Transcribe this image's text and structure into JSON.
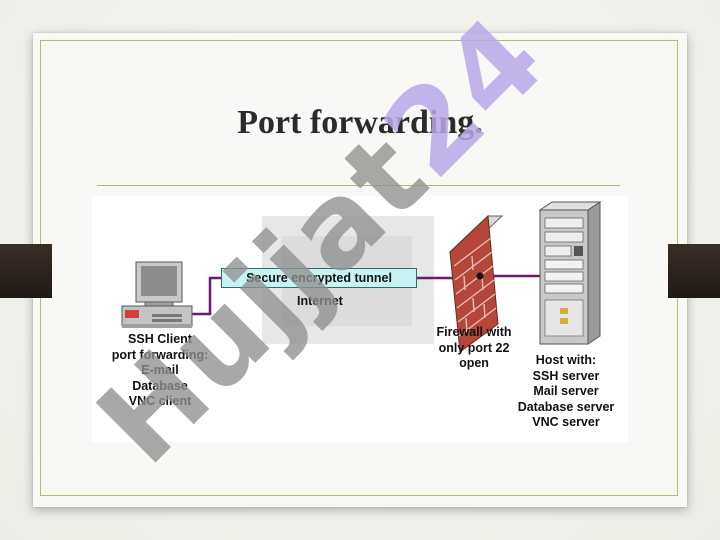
{
  "slide": {
    "title": "Port forwarding."
  },
  "diagram": {
    "tunnel_label": "Secure encrypted tunnel",
    "internet_label": "Internet",
    "client": {
      "lines": [
        "SSH Client",
        "port forwarding:",
        "E-mail",
        "Database",
        "VNC client"
      ]
    },
    "firewall": {
      "lines": [
        "Firewall with",
        "only port 22",
        "open"
      ]
    },
    "host": {
      "lines": [
        "Host with:",
        "SSH server",
        "Mail server",
        "Database server",
        "VNC server"
      ]
    }
  },
  "watermark": {
    "text": "Hujjat24"
  },
  "colors": {
    "accent_rule": "#b3b861",
    "tunnel_fill": "#c9f3f3",
    "link_line": "#6b1b6b",
    "brick": "#b5473a",
    "watermark_gray": "#8f8f8f",
    "watermark_violet": "#b8a8e8"
  }
}
